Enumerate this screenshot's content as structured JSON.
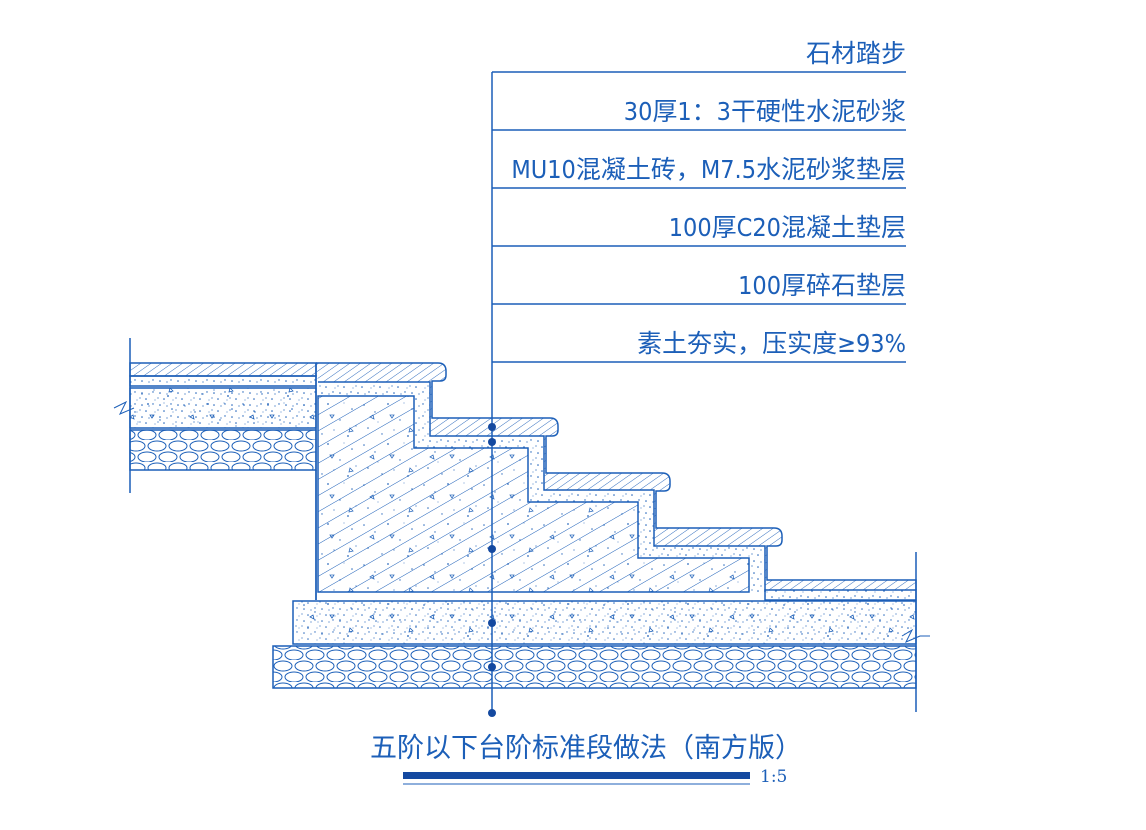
{
  "layers": [
    "石材踏步",
    "30厚1：3干硬性水泥砂浆",
    "MU10混凝土砖，M7.5水泥砂浆垫层",
    "100厚C20混凝土垫层",
    "100厚碎石垫层",
    "素土夯实，压实度≥93%"
  ],
  "title": "五阶以下台阶标准段做法（南方版）",
  "scale": "1:5",
  "colors": {
    "line": "#1c5fb8",
    "dot": "#1449a0",
    "background": "#ffffff"
  }
}
